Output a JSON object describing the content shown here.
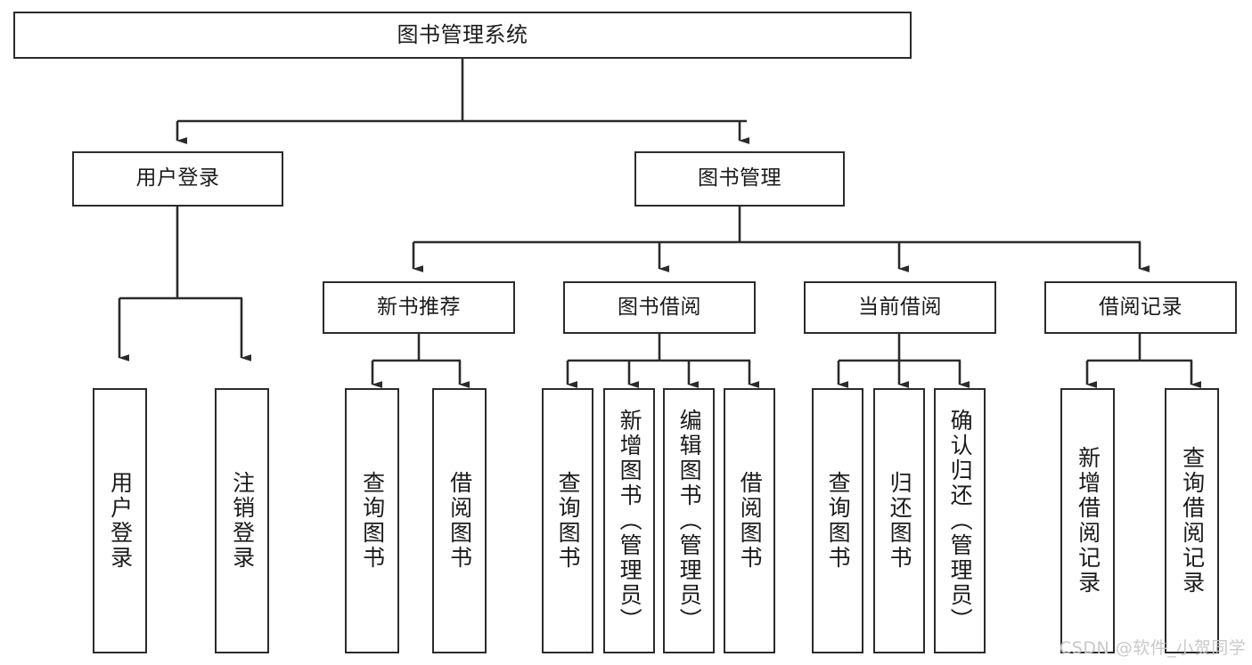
{
  "diagram": {
    "title": "图书管理系统",
    "type": "tree-structure-chart",
    "line_color": "#2b2b2b",
    "box_fill": "#ffffff",
    "text_color": "#1b1b1b",
    "watermark_color": "#c9c9c9"
  },
  "watermark": {
    "text": "CSDN @软件_小贺同学"
  },
  "nodes": {
    "root": {
      "label": "图书管理系统"
    },
    "level2": [
      {
        "label": "用户登录"
      },
      {
        "label": "图书管理"
      }
    ],
    "level3": [
      {
        "label": "新书推荐"
      },
      {
        "label": "图书借阅"
      },
      {
        "label": "当前借阅"
      },
      {
        "label": "借阅记录"
      }
    ],
    "leaves_user_login": [
      {
        "label": "用户登录"
      },
      {
        "label": "注销登录"
      }
    ],
    "leaves_new_book": [
      {
        "label": "查询图书"
      },
      {
        "label": "借阅图书"
      }
    ],
    "leaves_borrow": [
      {
        "label": "查询图书"
      },
      {
        "label": "新增图书（管理员）"
      },
      {
        "label": "编辑图书（管理员）"
      },
      {
        "label": "借阅图书"
      }
    ],
    "leaves_current": [
      {
        "label": "查询图书"
      },
      {
        "label": "归还图书"
      },
      {
        "label": "确认归还（管理员）"
      }
    ],
    "leaves_records": [
      {
        "label": "新增借阅记录"
      },
      {
        "label": "查询借阅记录"
      }
    ]
  }
}
